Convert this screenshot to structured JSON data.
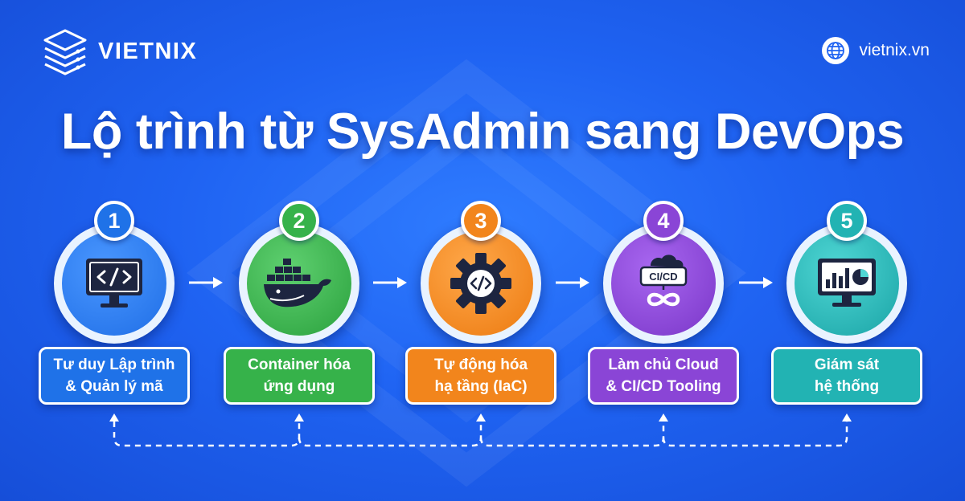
{
  "brand": {
    "name": "VIETNIX",
    "logo_icon": "server-stack-icon"
  },
  "site": {
    "url": "vietnix.vn",
    "icon": "globe-icon"
  },
  "title": "Lộ trình từ SysAdmin sang DevOps",
  "steps": [
    {
      "number": "1",
      "line1": "Tư duy Lập trình",
      "line2": "& Quản lý mã",
      "icon": "code-monitor-icon",
      "color": "#1f72e8"
    },
    {
      "number": "2",
      "line1": "Container hóa",
      "line2": "ứng dụng",
      "icon": "docker-whale-icon",
      "color": "#36b24a"
    },
    {
      "number": "3",
      "line1": "Tự động hóa",
      "line2": "hạ tầng (IaC)",
      "icon": "code-gear-icon",
      "color": "#f2851c"
    },
    {
      "number": "4",
      "line1": "Làm chủ Cloud",
      "line2": "& CI/CD Tooling",
      "icon": "cicd-cloud-icon",
      "icon_text": "CI/CD",
      "color": "#8a45d6"
    },
    {
      "number": "5",
      "line1": "Giám sát",
      "line2": "hệ thống",
      "icon": "monitoring-dashboard-icon",
      "color": "#22b3b3"
    }
  ]
}
